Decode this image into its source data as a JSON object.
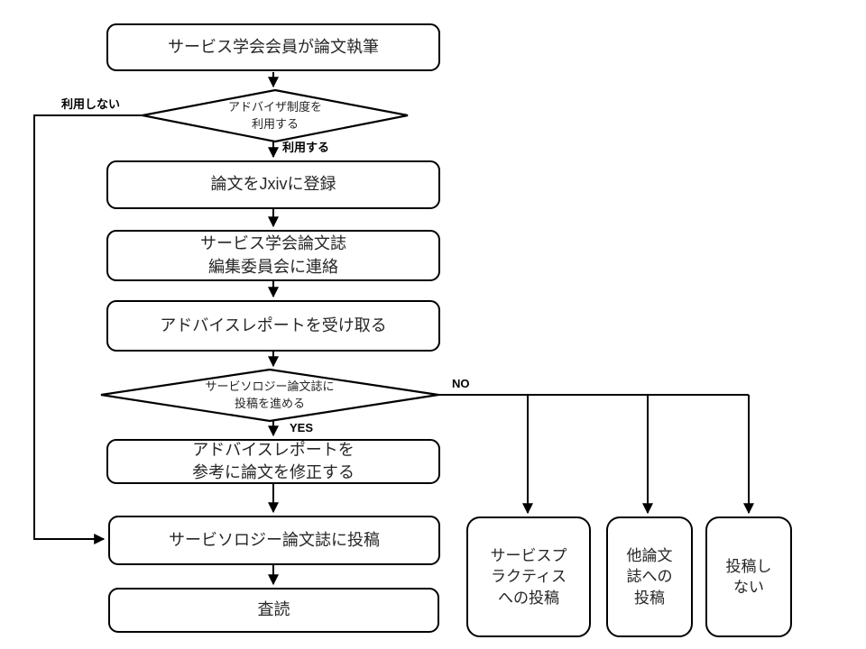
{
  "flowchart": {
    "nodes": {
      "write": "サービス学会会員が論文執筆",
      "advisor_decision": "アドバイザ制度を\n利用する",
      "register": "論文をJxivに登録",
      "contact": "サービス学会論文誌\n編集委員会に連絡",
      "receive": "アドバイスレポートを受け取る",
      "submit_decision": "サービソロジー論文誌に\n投稿を進める",
      "revise": "アドバイスレポートを\n参考に論文を修正する",
      "submit": "サービソロジー論文誌に投稿",
      "review": "査読",
      "alt_practice": "サービスプ\nラクティス\nへの投稿",
      "alt_other_journal": "他論文\n誌への\n投稿",
      "alt_no_submit": "投稿し\nない"
    },
    "labels": {
      "not_use": "利用しない",
      "use": "利用する",
      "no": "NO",
      "yes": "YES"
    },
    "colors": {
      "stroke": "#000000",
      "fill": "#ffffff",
      "text": "#262626"
    }
  }
}
